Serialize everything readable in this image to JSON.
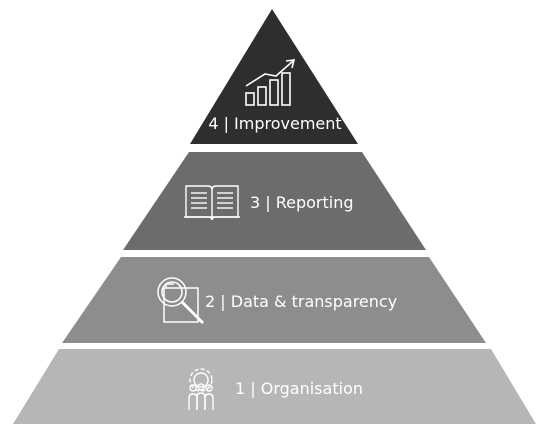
{
  "pyramid": {
    "tiers": [
      {
        "label": "4 | Improvement",
        "icon": "growth-chart-icon",
        "fill": "#2e2e2e"
      },
      {
        "label": "3 | Reporting",
        "icon": "open-book-icon",
        "fill": "#6c6c6c"
      },
      {
        "label": "2 | Data & transparency",
        "icon": "magnifier-document-icon",
        "fill": "#8d8d8d"
      },
      {
        "label": "1 | Organisation",
        "icon": "gear-people-icon",
        "fill": "#b6b6b6"
      }
    ],
    "text_color": "#ffffff"
  }
}
